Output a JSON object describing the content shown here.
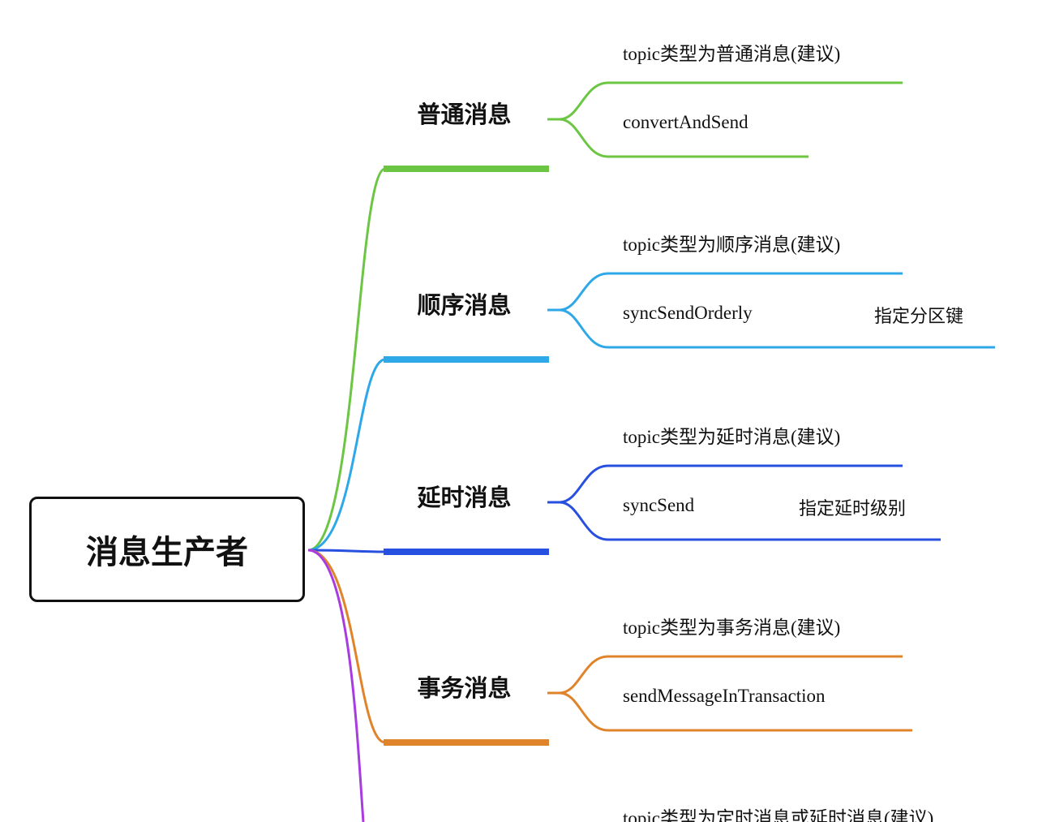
{
  "root": {
    "label": "消息生产者"
  },
  "branches": [
    {
      "label": "普通消息",
      "color": "#6cc644",
      "leaves": [
        {
          "label": "topic类型为普通消息(建议)"
        },
        {
          "label": "convertAndSend"
        }
      ]
    },
    {
      "label": "顺序消息",
      "color": "#2fa8e8",
      "leaves": [
        {
          "label": "topic类型为顺序消息(建议)"
        },
        {
          "label": "syncSendOrderly",
          "note": "指定分区键"
        }
      ]
    },
    {
      "label": "延时消息",
      "color": "#2850e0",
      "leaves": [
        {
          "label": "topic类型为延时消息(建议)"
        },
        {
          "label": "syncSend",
          "note": "指定延时级别"
        }
      ]
    },
    {
      "label": "事务消息",
      "color": "#e0842c",
      "leaves": [
        {
          "label": "topic类型为事务消息(建议)"
        },
        {
          "label": "sendMessageInTransaction"
        }
      ]
    },
    {
      "label": "",
      "color": "#a83ce0",
      "leaves": [
        {
          "label": "topic类型为定时消息或延时消息(建议)"
        }
      ]
    }
  ]
}
